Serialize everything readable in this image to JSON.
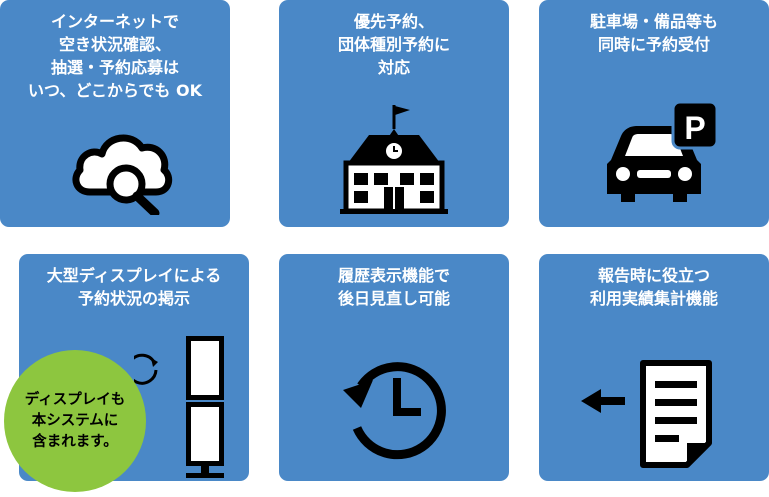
{
  "tiles": [
    {
      "text": "インターネットで\n空き状況確認、\n抽選・予約応募は\nいつ、どこからでも OK",
      "icon": "cloud-search-icon"
    },
    {
      "text": "優先予約、\n団体種別予約に\n対応",
      "icon": "school-building-icon"
    },
    {
      "text": "駐車場・備品等も\n同時に予約受付",
      "icon": "car-parking-icon"
    },
    {
      "text": "大型ディスプレイによる\n予約状況の掲示",
      "icon": "display-panel-icon"
    },
    {
      "text": "履歴表示機能で\n後日見直し可能",
      "icon": "history-clock-icon"
    },
    {
      "text": "報告時に役立つ\n利用実績集計機能",
      "icon": "report-document-icon"
    }
  ],
  "badge": {
    "text": "ディスプレイも\n本システムに\n含まれます。"
  },
  "parking_sign": "P",
  "colors": {
    "tile": "#4a88c7",
    "badge": "#8dc63f",
    "icon": "#000000",
    "text": "#ffffff"
  }
}
